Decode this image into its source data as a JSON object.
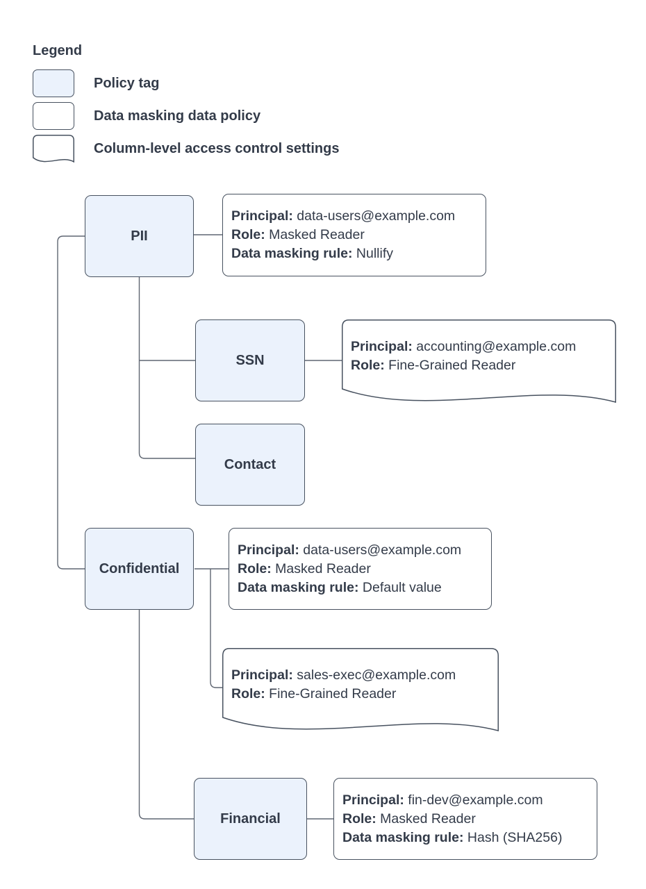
{
  "colors": {
    "policy_tag_fill": "#ebf2fc",
    "shape_border": "#47515f",
    "connector": "#5f6672",
    "text": "#333b49",
    "background": "#ffffff"
  },
  "legend": {
    "title": "Legend",
    "items": [
      {
        "label": "Policy tag"
      },
      {
        "label": "Data masking data policy"
      },
      {
        "label": "Column-level access control settings"
      }
    ]
  },
  "nodes": [
    {
      "id": "pii",
      "label": "PII"
    },
    {
      "id": "ssn",
      "label": "SSN"
    },
    {
      "id": "contact",
      "label": "Contact"
    },
    {
      "id": "confidential",
      "label": "Confidential"
    },
    {
      "id": "financial",
      "label": "Financial"
    }
  ],
  "policies": [
    {
      "id": "pii-data-masking-policy",
      "lines": [
        {
          "label": "Principal:",
          "value": "data-users@example.com"
        },
        {
          "label": "Role:",
          "value": "Masked Reader"
        },
        {
          "label": "Data masking rule:",
          "value": "Nullify"
        }
      ]
    },
    {
      "id": "ssn-access-control",
      "lines": [
        {
          "label": "Principal:",
          "value": "accounting@example.com"
        },
        {
          "label": "Role:",
          "value": "Fine-Grained Reader"
        }
      ]
    },
    {
      "id": "confidential-data-masking-policy",
      "lines": [
        {
          "label": "Principal:",
          "value": "data-users@example.com"
        },
        {
          "label": "Role:",
          "value": "Masked Reader"
        },
        {
          "label": "Data masking rule:",
          "value": "Default value"
        }
      ]
    },
    {
      "id": "confidential-access-control",
      "lines": [
        {
          "label": "Principal:",
          "value": "sales-exec@example.com"
        },
        {
          "label": "Role:",
          "value": "Fine-Grained Reader"
        }
      ]
    },
    {
      "id": "financial-data-masking-policy",
      "lines": [
        {
          "label": "Principal:",
          "value": "fin-dev@example.com"
        },
        {
          "label": "Role:",
          "value": "Masked Reader"
        },
        {
          "label": "Data masking rule:",
          "value": "Hash (SHA256)"
        }
      ]
    }
  ]
}
